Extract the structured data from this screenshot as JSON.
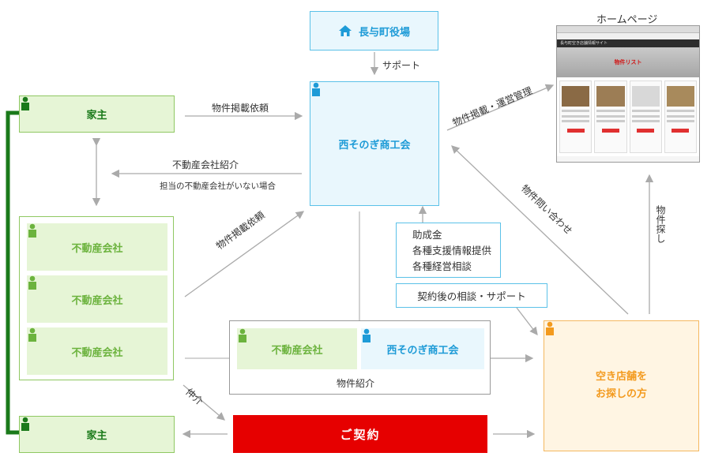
{
  "town_hall": "長与町役場",
  "support": "サポート",
  "homepage_label": "ホームページ",
  "homepage_screen": {
    "site_title": "長与町空き店舗情報サイト",
    "banner": "物件リスト"
  },
  "landlord_top": "家主",
  "landlord_bottom": "家主",
  "chamber": "西そのぎ商工会",
  "realtors": [
    "不動産会社",
    "不動産会社",
    "不動産会社"
  ],
  "listing_request_1": "物件掲載依頼",
  "listing_request_2": "物件掲載依頼",
  "realtor_intro": "不動産会社紹介",
  "realtor_intro_note": "担当の不動産会社がいない場合",
  "listing_mgmt": "物件掲載・運営管理",
  "inquiry": "物件問い合わせ",
  "search": "物件探し",
  "support_list": [
    "助成金",
    "各種支援情報提供",
    "各種経営相談"
  ],
  "post_contract": "契約後の相談・サポート",
  "intro_group": {
    "realtor": "不動産会社",
    "chamber": "西そのぎ商工会",
    "caption": "物件紹介"
  },
  "seeker_line1": "空き店舗を",
  "seeker_line2": "お探しの方",
  "contract": "ご契約",
  "mediation": "仲介",
  "colors": {
    "green": "#8fc862",
    "blue": "#1e9bd7",
    "orange": "#f4b860",
    "red": "#e60000",
    "darkgreen": "#1a7a1a"
  }
}
